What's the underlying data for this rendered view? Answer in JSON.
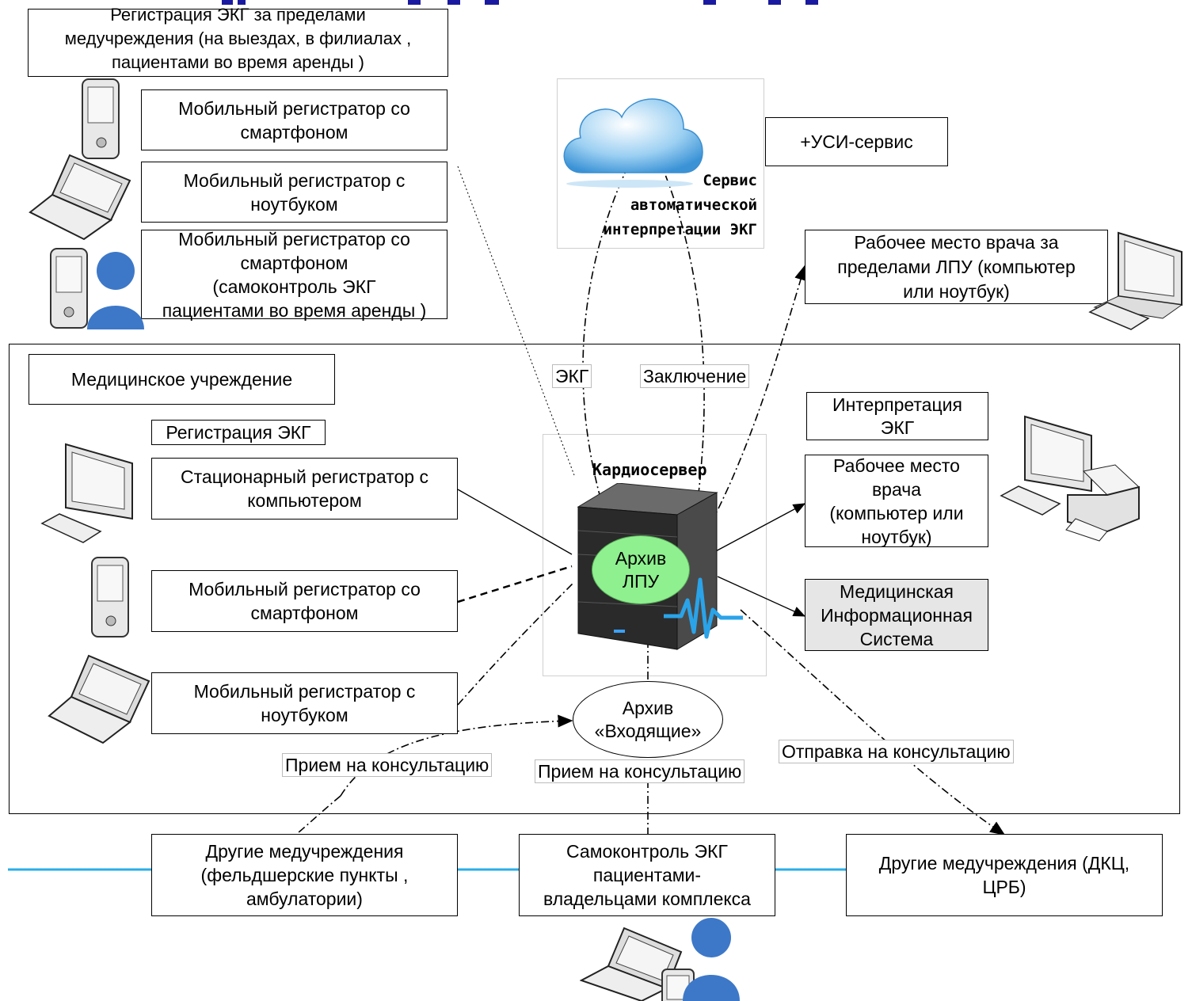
{
  "colors": {
    "line": "#000000",
    "network": "#29aee6",
    "archive_fill": "#8ff08f",
    "accent_blue": "#1a1aa0",
    "mis_fill": "#e6e6e6",
    "cloud": "#49a4e0"
  },
  "top_external": {
    "header": "Регистрация ЭКГ за пределами\nмедучреждения (на выездах, в филиалах ,\nпациентами во время аренды )",
    "mobile_smartphone": "Мобильный регистратор со\nсмартфоном",
    "mobile_laptop": "Мобильный регистратор с\nноутбуком",
    "self_control_rent": "Мобильный регистратор со\nсмартфоном\n(самоконтроль ЭКГ\nпациентами во время аренды )"
  },
  "cloud_service": {
    "caption": "Сервис\nавтоматической\nинтерпретации ЭКГ",
    "usi": "+УСИ-сервис"
  },
  "remote_workplace": "Рабочее место врача за\nпределами ЛПУ (компьютер\nили ноутбук)",
  "institution": {
    "title": "Медицинское учреждение",
    "registration_label": "Регистрация ЭКГ",
    "stationary": "Стационарный регистратор с\nкомпьютером",
    "mobile_smartphone": "Мобильный регистратор со\nсмартфоном",
    "mobile_laptop": "Мобильный регистратор с\nноутбуком",
    "interpretation_label": "Интерпретация\nЭКГ",
    "workplace": "Рабочее место\nврача\n(компьютер или\nноутбук)",
    "mis": "Медицинская\nИнформационная\nСистема",
    "server_label": "Кардиосервер",
    "archive_lpu": "Архив\nЛПУ",
    "archive_incoming": "Архив\n«Входящие»"
  },
  "flow_labels": {
    "ekg": "ЭКГ",
    "conclusion": "Заключение",
    "receive_left": "Прием на консультацию",
    "receive_center": "Прием на консультацию",
    "send": "Отправка на консультацию"
  },
  "bottom": {
    "other_left": "Другие медучреждения\n(фельдшерские пункты ,\nамбулатории)",
    "self_control_owners": "Самоконтроль ЭКГ\nпациентами-\nвладельцами комплекса",
    "other_right": "Другие медучреждения (ДКЦ,\nЦРБ)"
  },
  "icons": [
    "smartphone-icon",
    "laptop-icon",
    "person-icon",
    "cloud-icon",
    "desktop-computer-icon",
    "printer-icon",
    "server-icon",
    "ecg-wave-icon"
  ]
}
